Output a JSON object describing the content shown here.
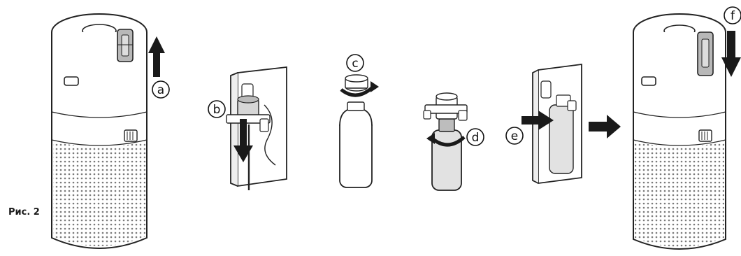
{
  "figure": {
    "caption": "Рис. 2",
    "steps": [
      {
        "id": "a",
        "label": "a",
        "arrow": "up-icon"
      },
      {
        "id": "b",
        "label": "b",
        "arrow": "down-icon"
      },
      {
        "id": "c",
        "label": "c",
        "arrow": "rotate-icon"
      },
      {
        "id": "d",
        "label": "d",
        "arrow": "rotate-icon"
      },
      {
        "id": "e",
        "label": "e",
        "arrow": "right-icon"
      },
      {
        "id": "f",
        "label": "f",
        "arrow": "down-icon"
      }
    ],
    "colors": {
      "line": "#222222",
      "fill": "#ffffff",
      "shade": "#9a9a9a",
      "arrow": "#1a1a1a"
    }
  }
}
